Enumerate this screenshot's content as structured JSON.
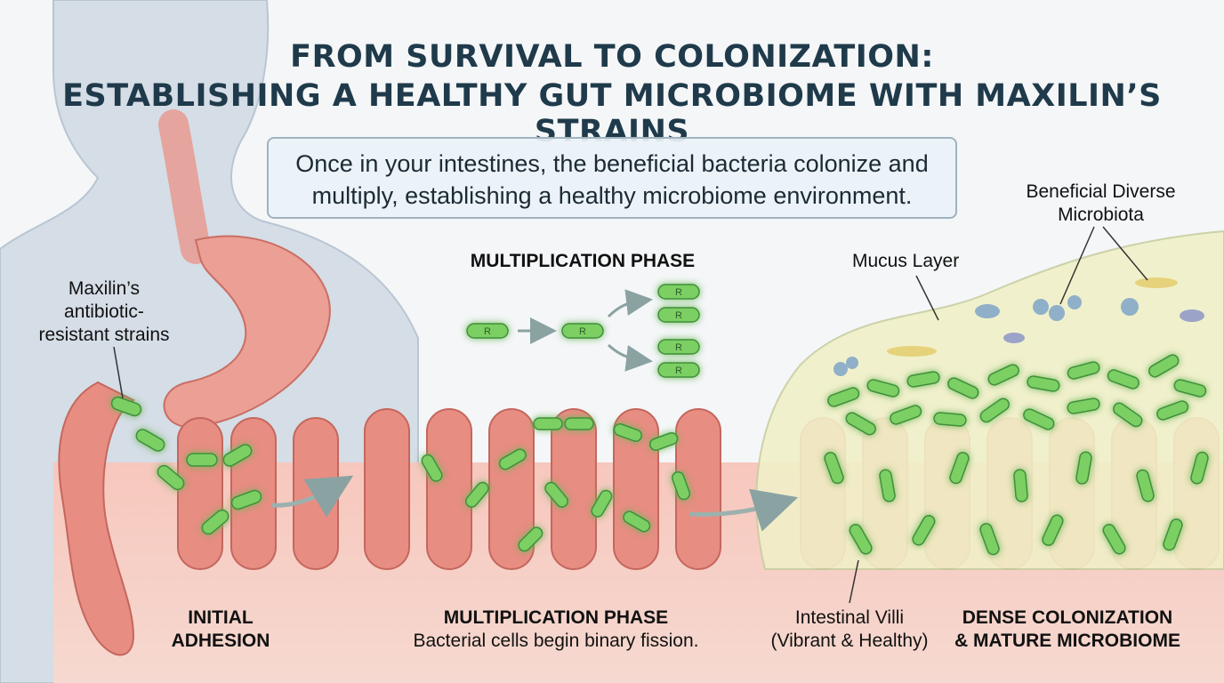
{
  "title": {
    "line1": "FROM SURVIVAL TO COLONIZATION:",
    "line2": "ESTABLISHING A HEALTHY GUT MICROBIOME WITH MAXILIN’S STRAINS"
  },
  "intro": {
    "line1": "Once in your intestines, the beneficial bacteria colonize and",
    "line2": "multiply, establishing a healthy microbiome environment."
  },
  "labels": {
    "strains": [
      "Maxilin’s",
      "antibiotic-",
      "resistant strains"
    ],
    "mucus": "Mucus Layer",
    "microbiota": [
      "Beneficial Diverse",
      "Microbiota"
    ],
    "villi": [
      "Intestinal Villi",
      "(Vibrant & Healthy)"
    ],
    "multiplication_top": "MULTIPLICATION PHASE",
    "bacterium_letter": "R"
  },
  "phases": {
    "initial": [
      "INITIAL",
      "ADHESION"
    ],
    "multiplication": {
      "title": "MULTIPLICATION PHASE",
      "caption": "Bacterial cells begin binary fission."
    },
    "dense": [
      "DENSE COLONIZATION",
      "& MATURE MICROBIOME"
    ]
  },
  "colors": {
    "title": "#1f3a4a",
    "bacteria": "#7ccf63",
    "bacteria_glow": "#6dff5a",
    "intestine": "#e88d82",
    "mucus": "#f1f0c8",
    "body_silhouette": "#d5dde6"
  }
}
